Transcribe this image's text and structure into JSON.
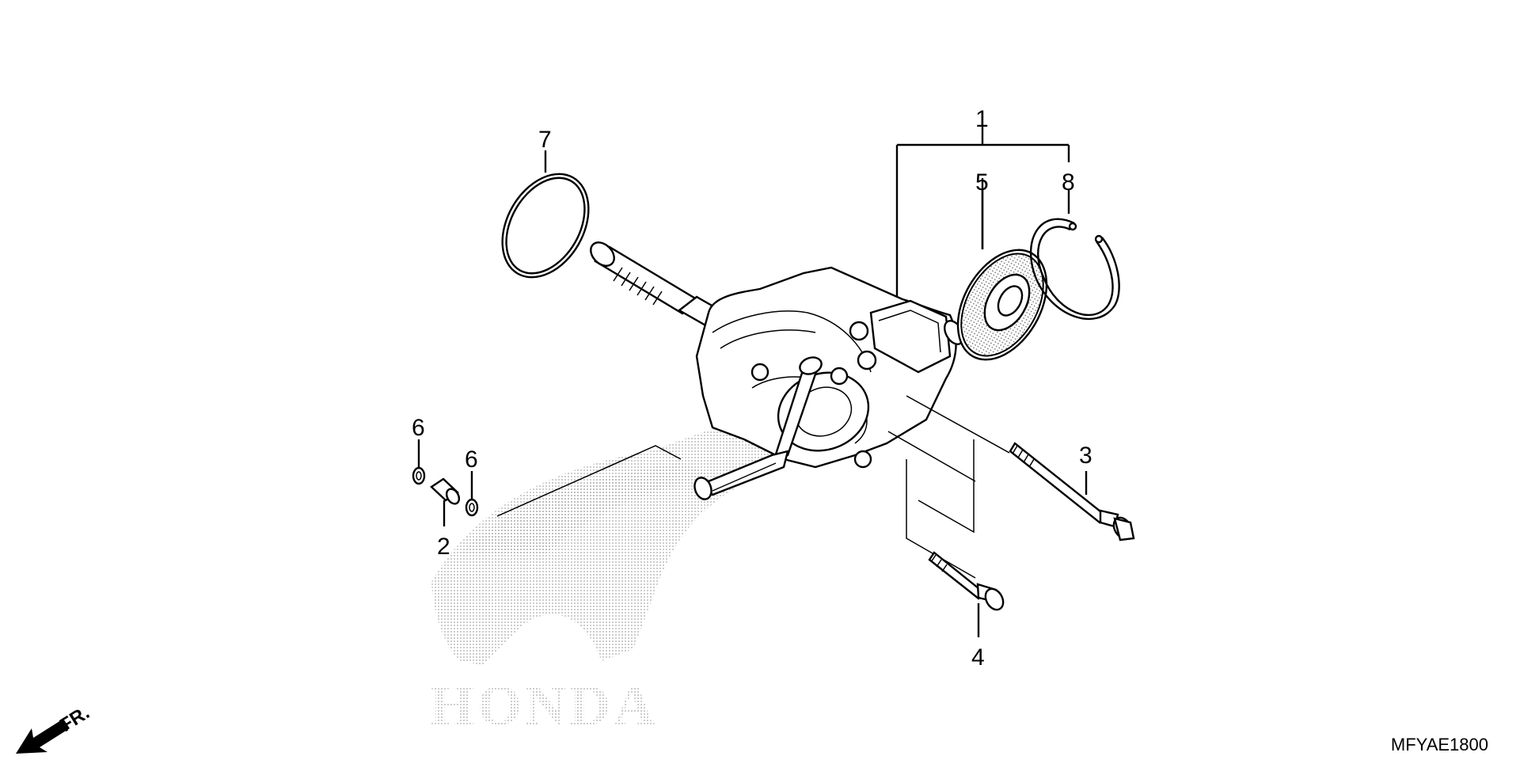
{
  "diagram": {
    "callouts": [
      "1",
      "2",
      "3",
      "4",
      "5",
      "6",
      "6",
      "7",
      "8"
    ],
    "drawing_code": "MFYAE1800",
    "direction_label": "FR.",
    "watermark_text": "HONDA"
  },
  "colors": {
    "line": "#000000",
    "background": "#ffffff",
    "watermark": "#b5b5b5"
  },
  "icons": [
    "front-direction-arrow-icon",
    "honda-wing-logo"
  ]
}
